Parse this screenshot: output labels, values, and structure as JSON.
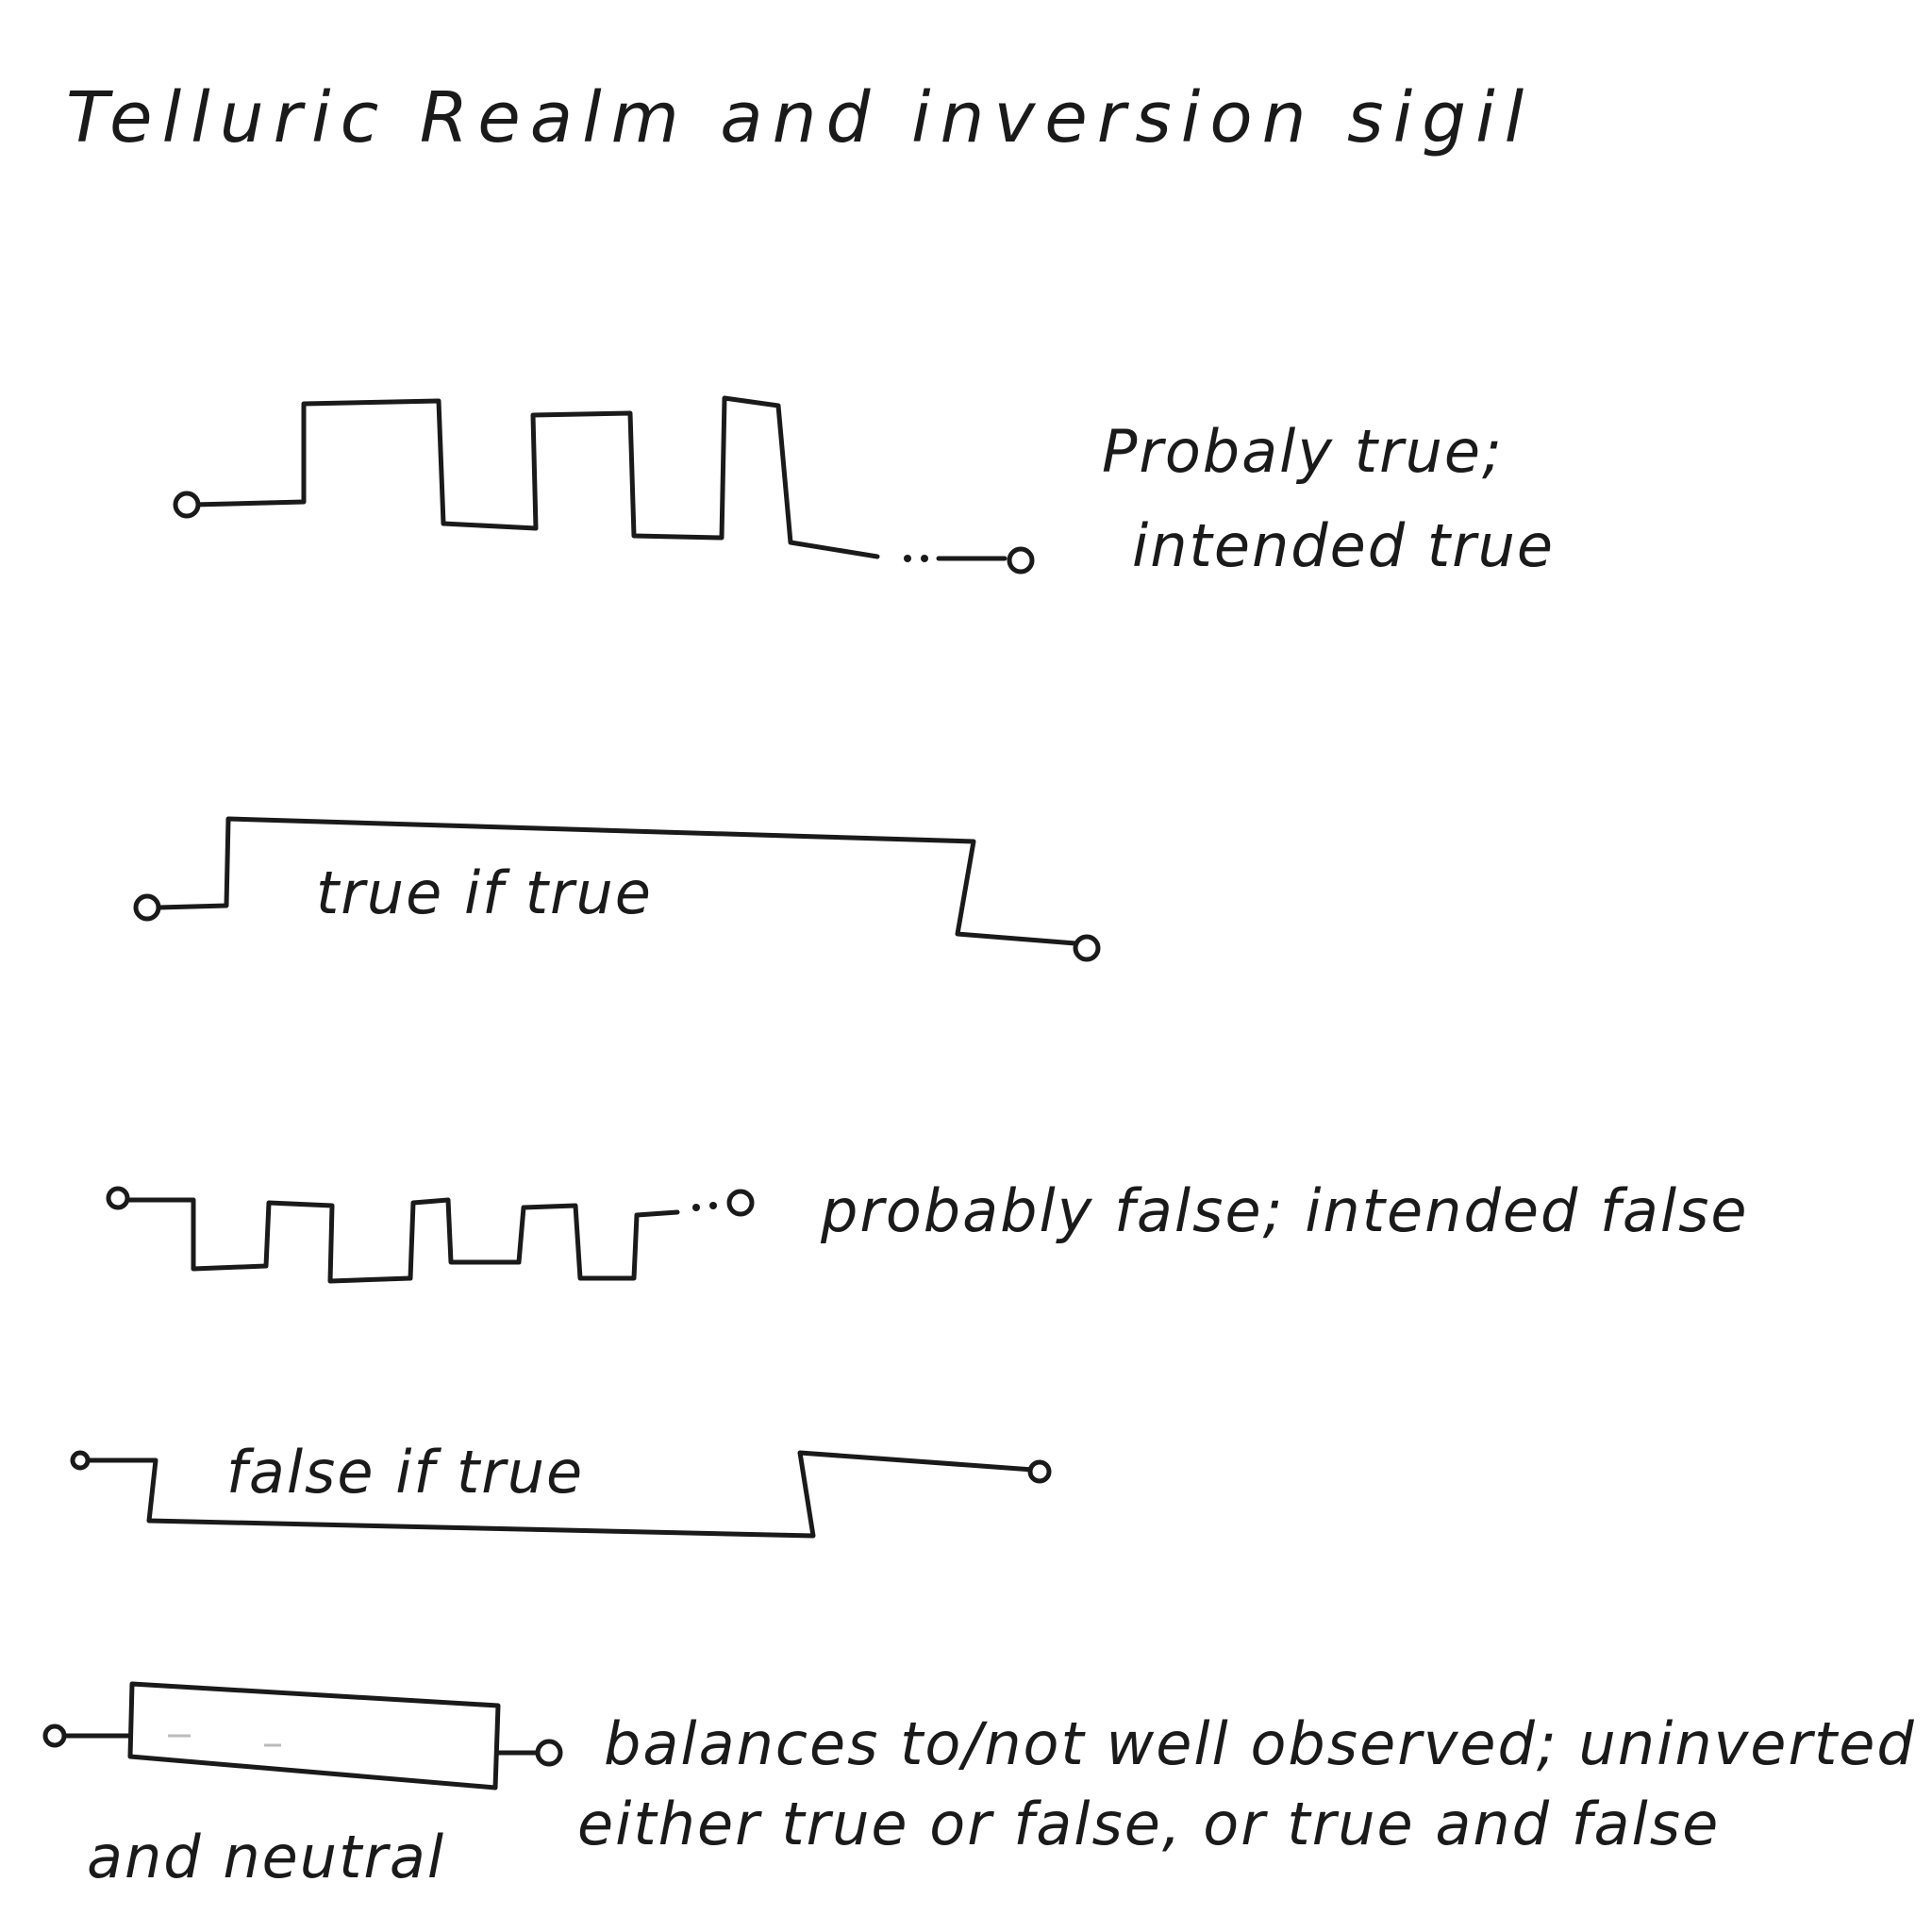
{
  "title": "Telluric Realm and inversion sigil",
  "symbols": [
    {
      "id": "probably-true",
      "lines": [
        "Probaly true;",
        "intended true"
      ]
    },
    {
      "id": "true-if-true",
      "inner": "true if true"
    },
    {
      "id": "probably-false",
      "lines": [
        "probably false; intended false"
      ]
    },
    {
      "id": "false-if-true",
      "inner": "false if true"
    },
    {
      "id": "balance",
      "lines": [
        "balances to/not well observed; uninverted",
        "either true or false, or true and false",
        "and neutral"
      ]
    }
  ]
}
